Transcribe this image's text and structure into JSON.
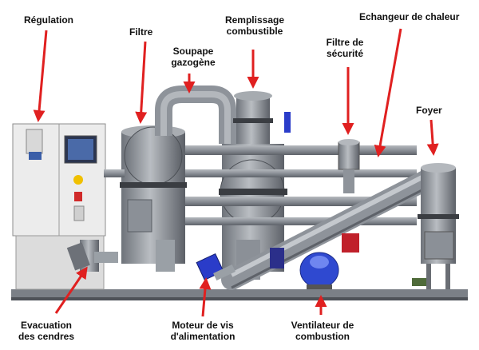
{
  "labels": {
    "regulation": "Régulation",
    "filtre": "Filtre",
    "soupape": "Soupape\ngazogène",
    "remplissage": "Remplissage\ncombustible",
    "filtre_securite": "Filtre de\nsécurité",
    "echangeur": "Echangeur de chaleur",
    "foyer": "Foyer",
    "evacuation": "Evacuation\ndes cendres",
    "moteur": "Moteur de vis\nd'alimentation",
    "ventilateur": "Ventilateur de\ncombustion"
  },
  "colors": {
    "arrow": "#e02020",
    "metal": "#8a8f96",
    "metal_dark": "#5f646b",
    "metal_light": "#c4c8cd",
    "cabinet": "#e9e9e9",
    "motor_blue": "#2a3cc9",
    "red_part": "#c0202a",
    "dark_band": "#3a3d42"
  }
}
